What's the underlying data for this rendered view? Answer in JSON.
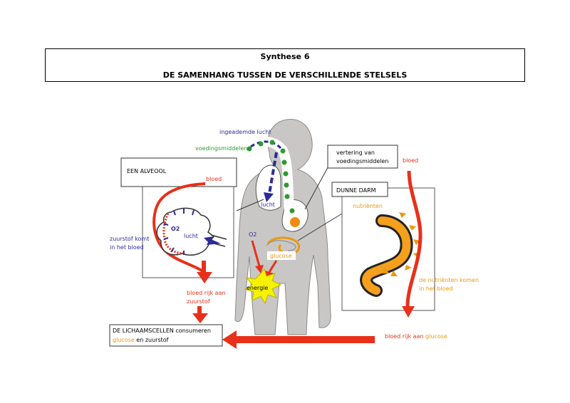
{
  "header": {
    "title": "Synthese 6",
    "subtitle": "DE SAMENHANG TUSSEN DE VERSCHILLENDE STELSELS"
  },
  "labels": {
    "inhaled_air": "ingeademde lucht",
    "food": "voedingsmiddelen",
    "digestion_line1": "vertering van",
    "digestion_line2": "voedingsmiddelen",
    "blood_right": "bloed",
    "alveolus_title": "EEN ALVEOOL",
    "blood_left": "bloed",
    "o2_alveolus": "O2",
    "oxygen_in_blood_line1": "zuurstof komt",
    "oxygen_in_blood_line2": "in het bloed",
    "air_alveolus": "lucht",
    "air_body": "lucht",
    "o2_body": "O2",
    "glucose_body": "glucose",
    "energy": "energie",
    "small_intestine_title": "DUNNE DARM",
    "nutrients": "nutriënten",
    "nutrients_in_blood_line1": "de nutriënten komen",
    "nutrients_in_blood_line2": "in het bloed",
    "oxygen_rich_blood_line1": "bloed rijk aan",
    "oxygen_rich_blood_line2": "zuurstof",
    "glucose_rich_blood_prefix": "bloed rijk aan ",
    "glucose_rich_blood_word": "glucose",
    "cells_line1": "DE LICHAAMSCELLEN consumeren",
    "cells_line2_a": "glucose",
    "cells_line2_b": " en zuurstof"
  },
  "colors": {
    "blood_red": "#e8301a",
    "oxygen_blue": "#2b2b9a",
    "food_green": "#2e9a2e",
    "glucose_orange": "#e89a10",
    "body_gray": "#c9c7c5",
    "energy_yellow": "#f6f200"
  }
}
